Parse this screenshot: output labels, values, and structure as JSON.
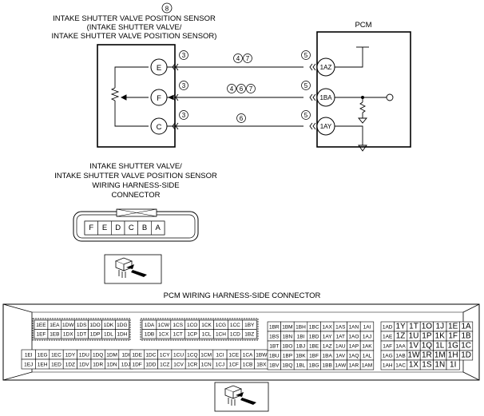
{
  "sensor": {
    "callout": "8",
    "title_lines": [
      "INTAKE SHUTTER VALVE POSITION SENSOR",
      "(INTAKE SHUTTER VALVE/",
      "INTAKE SHUTTER VALVE POSITION SENSOR)"
    ],
    "terminals": [
      "E",
      "F",
      "C"
    ]
  },
  "pcm": {
    "title": "PCM",
    "terminals": [
      "1AZ",
      "1BA",
      "1AY"
    ]
  },
  "wires": [
    {
      "sensor_callout": "3",
      "circuit_callouts": [
        "4",
        "7"
      ],
      "pcm_callout": "5"
    },
    {
      "sensor_callout": "3",
      "circuit_callouts": [
        "4",
        "6",
        "7"
      ],
      "pcm_callout": "5"
    },
    {
      "sensor_callout": "3",
      "circuit_callouts": [
        "6"
      ],
      "pcm_callout": "5"
    }
  ],
  "connector": {
    "title_lines": [
      "INTAKE SHUTTER VALVE/",
      "INTAKE SHUTTER VALVE POSITION SENSOR",
      "WIRING HARNESS-SIDE",
      "CONNECTOR"
    ],
    "pins": [
      "F",
      "E",
      "D",
      "C",
      "B",
      "A"
    ]
  },
  "pcm_connector": {
    "title": "PCM WIRING HARNESS-SIDE CONNECTOR",
    "block1": {
      "top": [
        "1EE",
        "1EA",
        "1DW",
        "1DS",
        "1DO",
        "1DK",
        "1DG"
      ],
      "bottom": [
        "1EF",
        "1EB",
        "1DX",
        "1DT",
        "1DP",
        "1DL",
        "1DH"
      ]
    },
    "block2": {
      "top": [
        "1DA",
        "1CW",
        "1CS",
        "1CO",
        "1CK",
        "1CG",
        "1CC",
        "1BY"
      ],
      "bottom": [
        "1DB",
        "1CX",
        "1CT",
        "1CP",
        "1CL",
        "1CH",
        "1CD",
        "1BZ"
      ]
    },
    "block3": {
      "top": [
        "1EI",
        "1EG",
        "1EC",
        "1DY",
        "1DU",
        "1DQ",
        "1DM",
        "1DI"
      ],
      "bottom": [
        "1EJ",
        "1EH",
        "1ED",
        "1DZ",
        "1DV",
        "1DR",
        "1DN",
        "1DJ"
      ]
    },
    "block4": {
      "top": [
        "1DE",
        "1DC",
        "1CY",
        "1CU",
        "1CQ",
        "1CM",
        "1CI",
        "1CE",
        "1CA",
        "1BW"
      ],
      "bottom": [
        "1DF",
        "1DD",
        "1CZ",
        "1CV",
        "1CR",
        "1CN",
        "1CJ",
        "1CF",
        "1CB",
        "1BX"
      ]
    },
    "block5": [
      [
        "1BR",
        "1BM",
        "1BH",
        "1BC",
        "1AX",
        "1AS",
        "1AN",
        "1AI"
      ],
      [
        "1BS",
        "1BN",
        "1BI",
        "1BD",
        "1AY",
        "1AT",
        "1AO",
        "1AJ"
      ],
      [
        "1BT",
        "1BO",
        "1BJ",
        "1BE",
        "1AZ",
        "1AU",
        "1AP",
        "1AK"
      ],
      [
        "1BU",
        "1BP",
        "1BK",
        "1BF",
        "1BA",
        "1AV",
        "1AQ",
        "1AL"
      ],
      [
        "1BV",
        "1BQ",
        "1BL",
        "1BG",
        "1BB",
        "1AW",
        "1AR",
        "1AM"
      ]
    ],
    "block6": [
      [
        "1AD",
        "1Y",
        "1T",
        "1O",
        "1J",
        "1E",
        "1A"
      ],
      [
        "1AE",
        "1Z",
        "1U",
        "1P",
        "1K",
        "1F",
        "1B"
      ],
      [
        "1AF",
        "1AA",
        "1V",
        "1Q",
        "1L",
        "1G",
        "1C"
      ],
      [
        "1AG",
        "1AB",
        "1W",
        "1R",
        "1M",
        "1H",
        "1D"
      ],
      [
        "1AH",
        "1AC",
        "1X",
        "1S",
        "1N",
        "1I",
        ""
      ]
    ]
  }
}
